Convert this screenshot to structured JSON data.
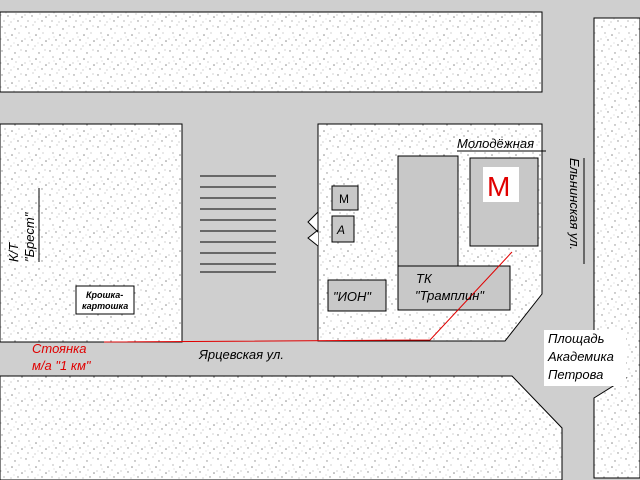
{
  "map": {
    "colors": {
      "block": "#ffffff",
      "speckle": "#8a8a8a",
      "road": "#cfcfcf",
      "building": "#c8c8c8",
      "outline": "#000000",
      "route": "#e00000",
      "metro": "#e00000"
    },
    "labels": {
      "kt_line1": "К/Т",
      "kt_line2": "\"Брест\"",
      "kroshka_line1": "Крошка-",
      "kroshka_line2": "картошка",
      "molodezhnaya": "Молодёжная",
      "metro_letter": "М",
      "bldg_m": "М",
      "bldg_a": "А",
      "ion": "\"ИОН\"",
      "tk_line1": "ТК",
      "tk_line2": "\"Трамплин\"",
      "elninskaya": "Ельнинская ул.",
      "stoyanka_line1": "Стоянка",
      "stoyanka_line2": "м/а \"1 км\"",
      "yartsevskaya": "Ярцевская ул.",
      "ploshchad_line1": "Площадь",
      "ploshchad_line2": "Академика",
      "ploshchad_line3": "Петрова"
    }
  }
}
